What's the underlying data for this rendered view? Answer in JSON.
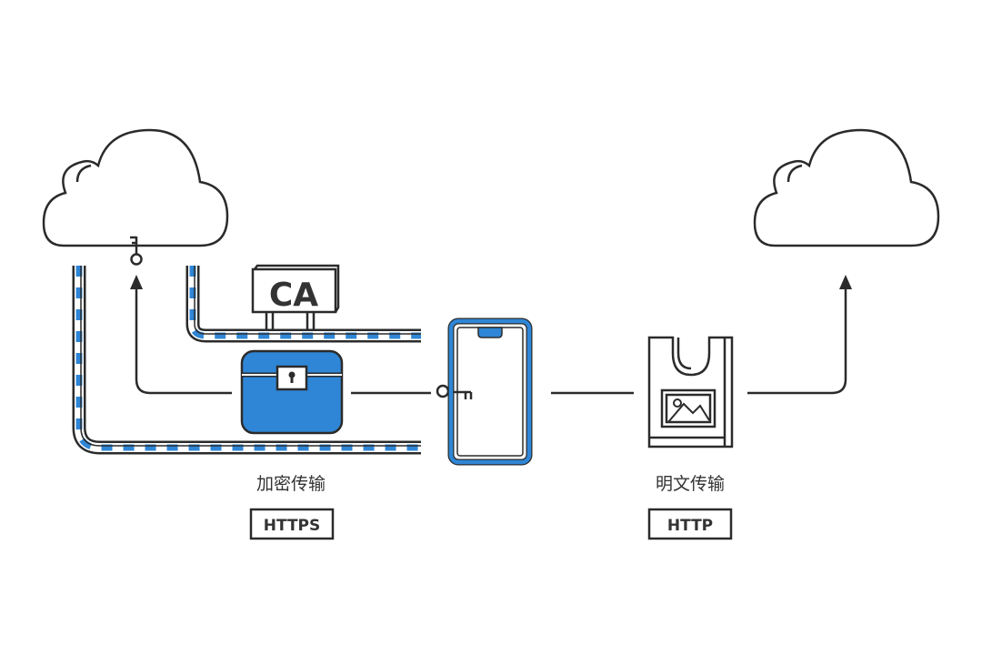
{
  "colors": {
    "accent": "#2f86d6",
    "stroke": "#2b2b2b",
    "background": "#ffffff"
  },
  "ca_sign": {
    "label": "CA"
  },
  "https_path": {
    "caption": "加密传输",
    "protocol": "HTTPS"
  },
  "http_path": {
    "caption": "明文传输",
    "protocol": "HTTP"
  },
  "icons": [
    "cloud-icon",
    "key-icon",
    "lock-chest-icon",
    "smartphone-icon",
    "image-document-icon",
    "arrow-up-icon"
  ]
}
